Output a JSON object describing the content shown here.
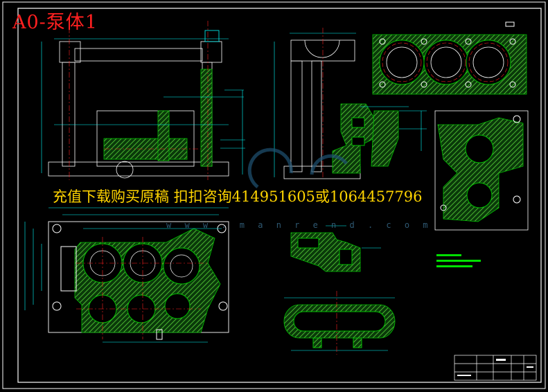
{
  "title": "A0-泵体1",
  "banner": "充值下载购买原稿 扣扣咨询414951605或1064457796",
  "watermark": "w w w . m a n r e n d . c o m",
  "colors": {
    "background": "#000000",
    "frame": "#ffffff",
    "section": "#00c000",
    "hatch": "#5ad33a",
    "dimension": "#00ffff",
    "centerline": "#ff2020",
    "title_text": "#ff2020",
    "banner_text": "#ffd400"
  }
}
